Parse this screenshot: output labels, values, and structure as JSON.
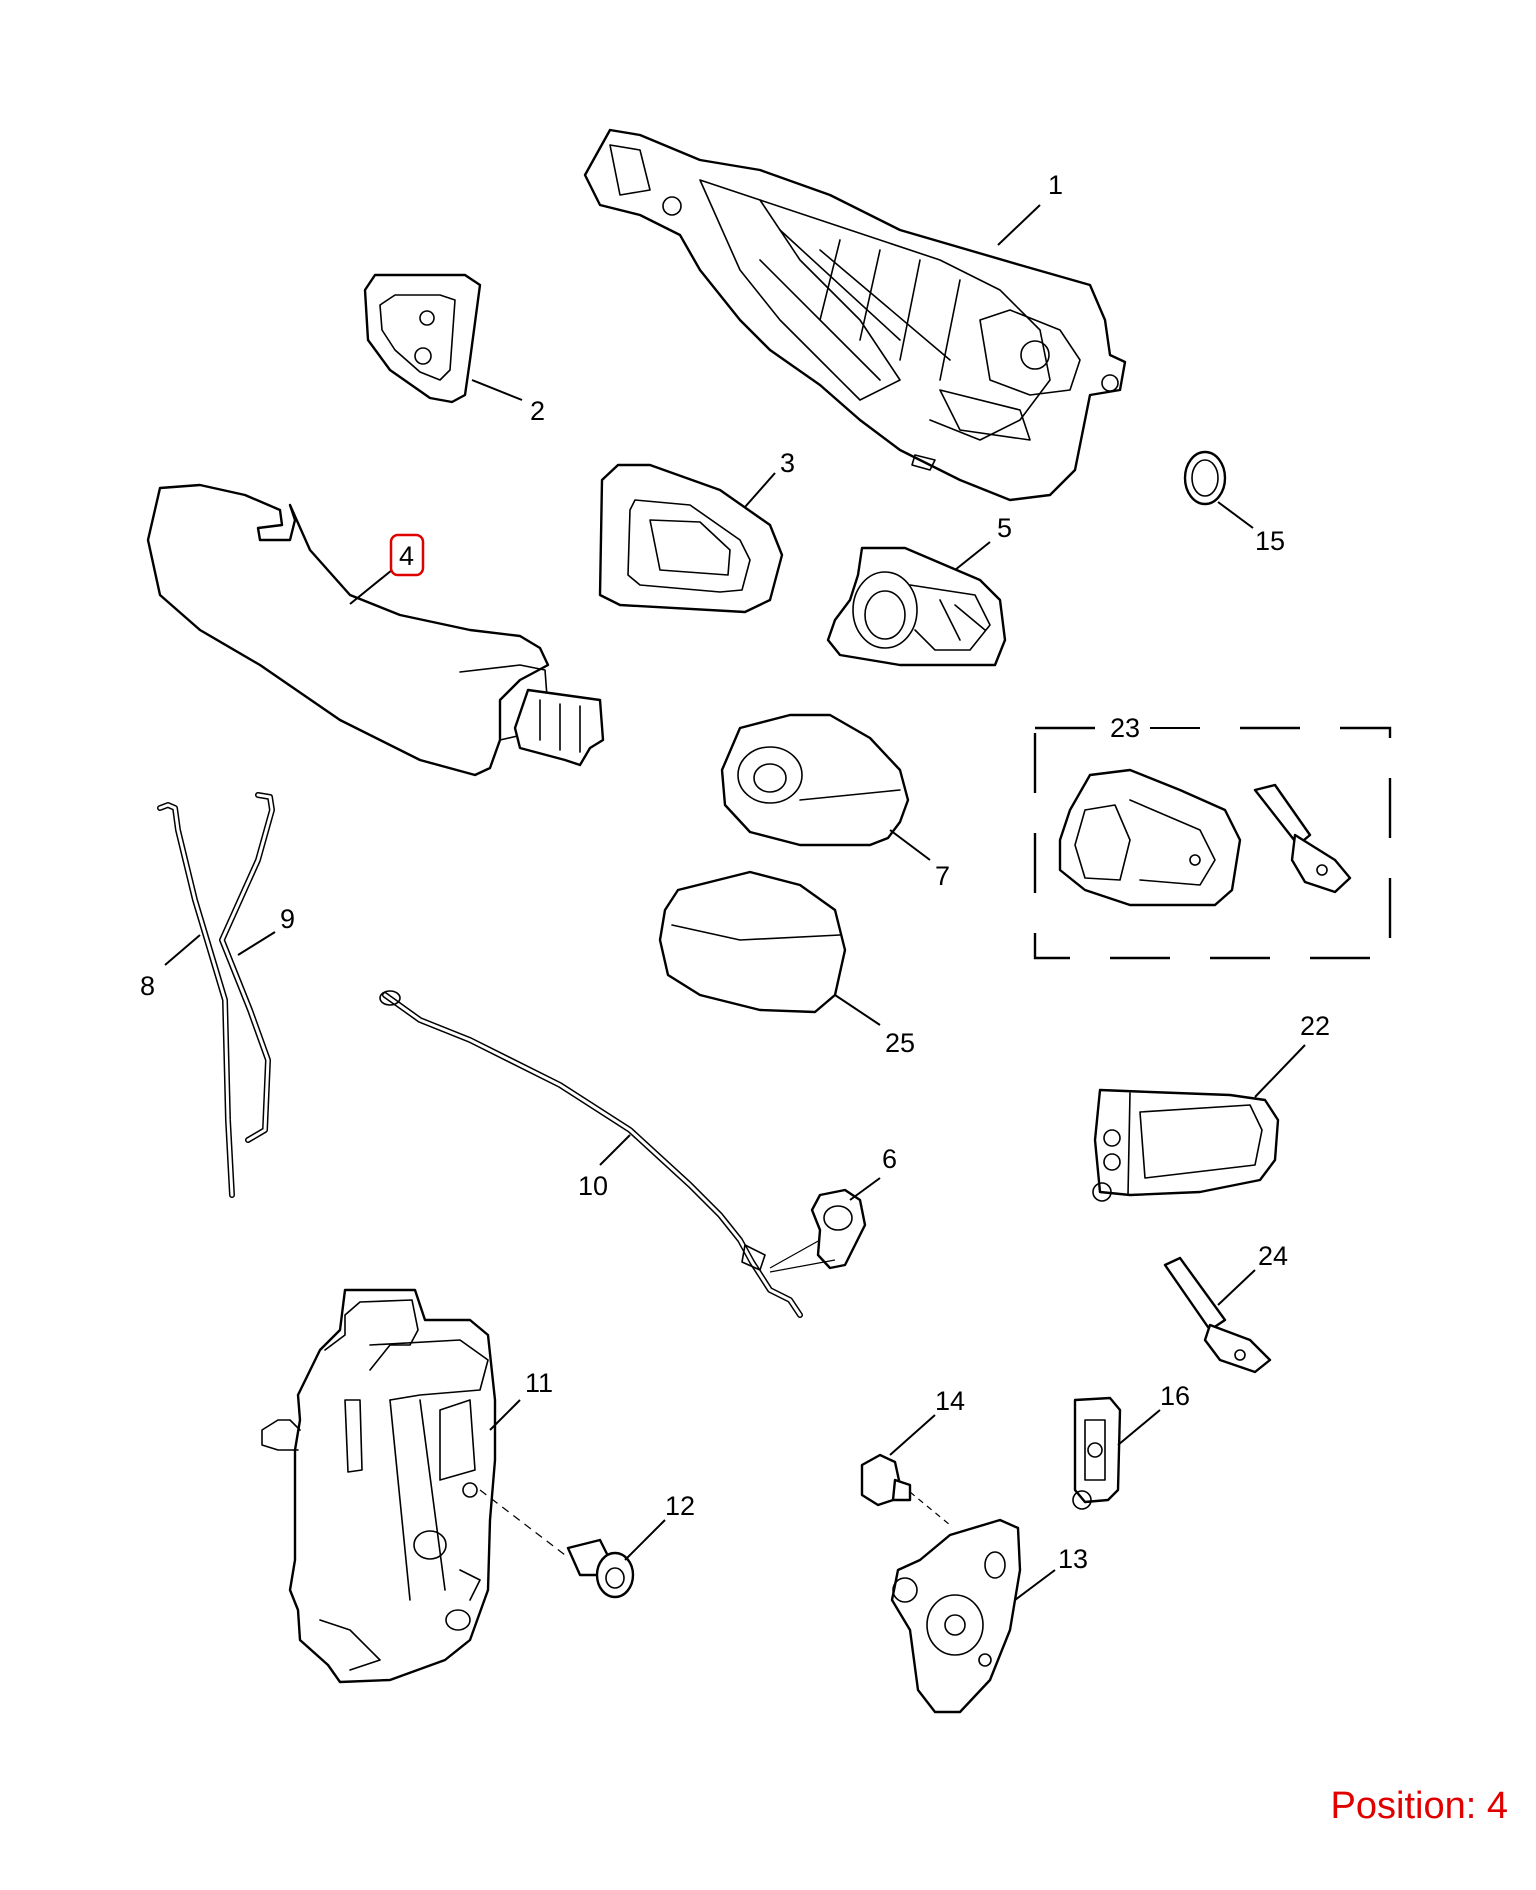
{
  "accent_color": "#e00000",
  "highlighted_part": "4",
  "position": {
    "label": "Position: 4"
  },
  "callouts": {
    "p1": "1",
    "p2": "2",
    "p3": "3",
    "p4": "4",
    "p5": "5",
    "p6": "6",
    "p7": "7",
    "p8": "8",
    "p9": "9",
    "p10": "10",
    "p11": "11",
    "p12": "12",
    "p13": "13",
    "p14": "14",
    "p15": "15",
    "p16": "16",
    "p22": "22",
    "p23": "23",
    "p24": "24",
    "p25": "25"
  }
}
